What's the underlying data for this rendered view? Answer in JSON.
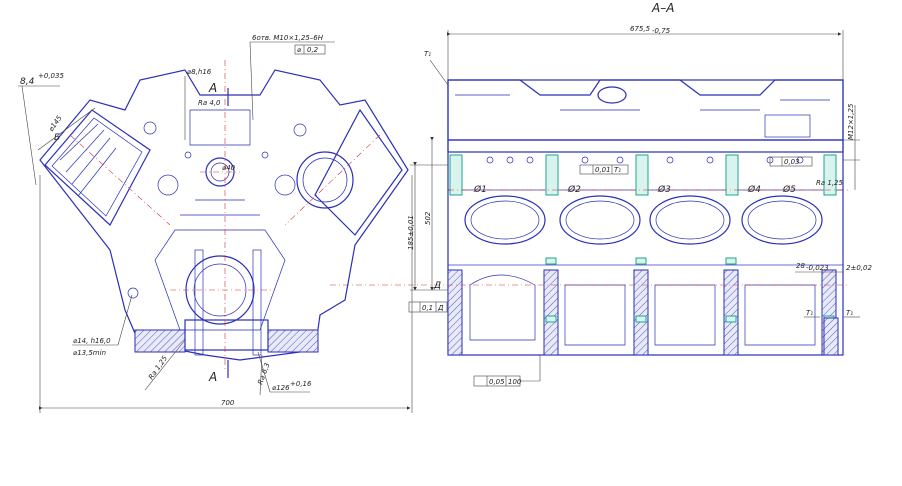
{
  "section_title": "A–A",
  "left_view": {
    "dims": {
      "width": "700",
      "tol_84": "8,4",
      "tol_84_sup": "+0,035",
      "dia_bore": "⌀145",
      "sec_b": "Б",
      "thread": "6отв. M10×1,25–6H",
      "pos_tol": "⌀",
      "pos_tol_val": "0,2",
      "dia8": "⌀8,h16",
      "ra40": "Ra 4,0",
      "section_a_top": "A",
      "section_a_bottom": "A",
      "dia14": "⌀14, h16,0",
      "dia135": "⌀13,5min",
      "ra125": "Ra 1,25",
      "ra63": "Ra 6,3",
      "dia126": "⌀126",
      "dia126_sup": "+0,16",
      "dia40": "⌀40"
    }
  },
  "right_view": {
    "dims": {
      "length": "675,5",
      "length_sub": "-0,75",
      "t1_top": "T₁",
      "h1": "185±0,01",
      "h2": "502",
      "m12": "M12×1,25",
      "ra125": "Ra 1,25",
      "tol_003": "0,03",
      "tol_001": "0,01",
      "tol_001_b": "T₁",
      "d28": "28",
      "d28_sub": "-0,023",
      "d2": "2±0,02",
      "flat": "0,1",
      "flat_ref": "Д",
      "flat2": "0,05",
      "flat2_ref": "100",
      "ref_d": "Д",
      "t1_a": "T₁",
      "t1_b": "T₁"
    },
    "cylinders": [
      "Ø1",
      "Ø2",
      "Ø3",
      "Ø4",
      "Ø5"
    ]
  }
}
